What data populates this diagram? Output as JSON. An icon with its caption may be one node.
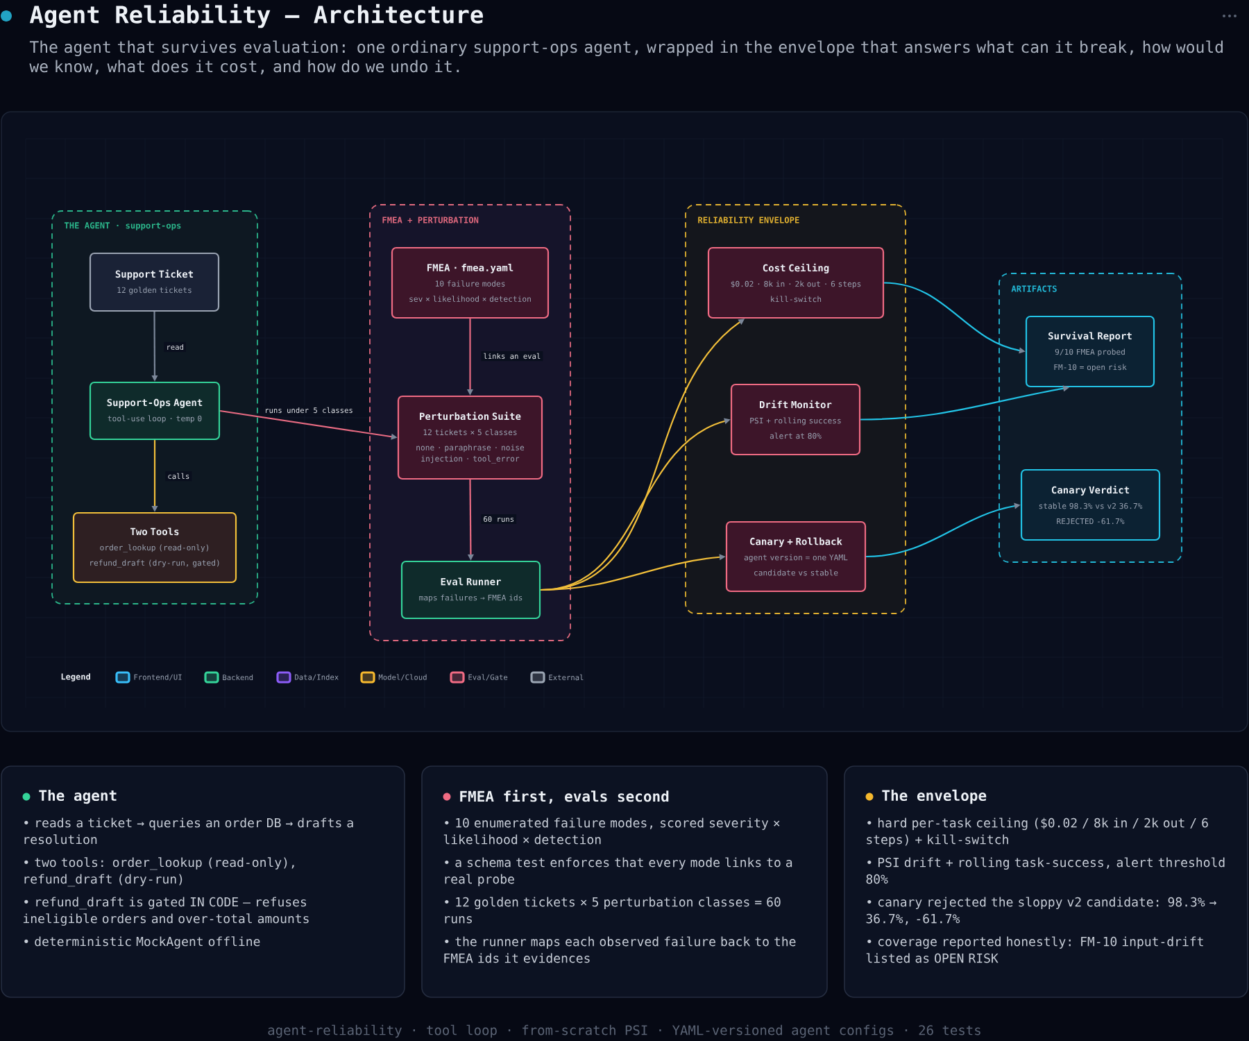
{
  "diagram": {
    "title": "Agent Reliability — Architecture",
    "nodes": [
      {
        "text": [
          "THE AGENT · support-ops"
        ]
      },
      {
        "text": [
          "Support Ticket",
          "12 golden tickets"
        ],
        "in": 0
      },
      {
        "text": [
          "Support-Ops Agent",
          "tool-use loop · temp 0"
        ],
        "in": 0
      },
      {
        "text": [
          "Two Tools",
          "order_lookup (read-only)",
          "refund_draft (dry-run, gated)"
        ],
        "in": 0
      },
      {
        "text": [
          "FMEA + PERTURBATION"
        ]
      },
      {
        "text": [
          "FMEA · fmea.yaml",
          "10 failure modes",
          "sev × likelihood × detection"
        ],
        "in": 4
      },
      {
        "text": [
          "Perturbation Suite",
          "12 tickets × 5 classes",
          "none · paraphrase · noise injection · tool_error"
        ],
        "in": 4
      },
      {
        "text": [
          "Eval Runner",
          "maps failures → FMEA ids"
        ],
        "in": 4
      },
      {
        "text": [
          "RELIABILITY ENVELOPE"
        ]
      },
      {
        "text": [
          "Cost Ceiling",
          "$0.02 · 8k in · 2k out · 6 steps",
          "kill-switch"
        ],
        "in": 8
      },
      {
        "text": [
          "Drift Monitor",
          "PSI + rolling success",
          "alert at 80%"
        ],
        "in": 8
      },
      {
        "text": [
          "Canary + Rollback",
          "agent version = one YAML",
          "candidate vs stable"
        ],
        "in": 8
      },
      {
        "text": [
          "ARTIFACTS"
        ]
      },
      {
        "text": [
          "Survival Report",
          "9/10 FMEA probed",
          "FM-10 = open risk"
        ],
        "in": 12
      },
      {
        "text": [
          "Canary Verdict",
          "stable 98.3% vs v2 36.7%",
          "REJECTED -61.7%"
        ],
        "in": 12
      },
      {
        "text": [
          "The agent",
          "• reads a ticket → queries an order DB → drafts a resolution",
          "• two tools: order_lookup (read-only), refund_draft (dry-run)",
          "• refund_draft is gated IN CODE — refuses ineligible orders and over-total amounts",
          "• deterministic MockAgent offline"
        ]
      },
      {
        "text": [
          "FMEA first, evals second",
          "• 10 enumerated failure modes, scored severity × likelihood × detection",
          "• a schema test enforces that every mode links to a real probe",
          "• 12 golden tickets × 5 perturbation classes = 60 runs",
          "• the runner maps each observed failure back to the FMEA ids it evidences"
        ]
      },
      {
        "text": [
          "The envelope",
          "• hard per-task ceiling ($0.02 / 8k in / 2k out / 6 steps) + kill-switch",
          "• PSI drift + rolling task-success, alert threshold 80%",
          "• canary rejected the sloppy v2 candidate: 98.3% → 36.7%, -61.7%",
          "• coverage reported honestly: FM-10 input-drift listed as OPEN RISK"
        ]
      }
    ],
    "edges": [
      {
        "from": 1,
        "to": 2,
        "arrow": "to",
        "label": "read",
        "color": "#7b8799"
      },
      {
        "from": 2,
        "to": 3,
        "arrow": "to",
        "label": "calls",
        "color": "#f2bf3a"
      },
      {
        "from": 2,
        "to": 6,
        "arrow": "to",
        "label": "runs under 5 classes",
        "color": "#e86b82"
      },
      {
        "from": 5,
        "to": 6,
        "arrow": "to",
        "label": "links an eval",
        "color": "#e86b82"
      },
      {
        "from": 6,
        "to": 7,
        "arrow": "to",
        "label": "60 runs",
        "color": "#e86b82"
      },
      {
        "from": 7,
        "to": 9,
        "arrow": "to",
        "color": "#f2bf3a"
      },
      {
        "from": 7,
        "to": 10,
        "arrow": "to",
        "color": "#f2bf3a"
      },
      {
        "from": 7,
        "to": 11,
        "arrow": "to",
        "color": "#f2bf3a"
      },
      {
        "from": 9,
        "to": 13,
        "arrow": "to",
        "color": "#22c3e6"
      },
      {
        "from": 10,
        "to": 13,
        "arrow": "to",
        "color": "#22c3e6"
      },
      {
        "from": 11,
        "to": 14,
        "arrow": "to",
        "color": "#22c3e6"
      }
    ],
    "labels": [
      "The agent that survives evaluation: one ordinary support-ops agent, wrapped in the envelope that answers what can it break, how would we know, what does it cost, and how do we undo it.",
      "Legend",
      "agent-reliability · tool loop · from-scratch PSI · YAML-versioned agent configs · 26 tests"
    ],
    "legend": [
      {
        "text": "Frontend/UI",
        "color": "#38bdf8"
      },
      {
        "text": "Backend",
        "color": "#34d399"
      },
      {
        "text": "Data/Index",
        "color": "#8b5cf6"
      },
      {
        "text": "Model/Cloud",
        "color": "#f5b82e"
      },
      {
        "text": "Eval/Gate",
        "color": "#f06b83"
      },
      {
        "text": "External",
        "color": "#9aa4b2"
      }
    ]
  }
}
